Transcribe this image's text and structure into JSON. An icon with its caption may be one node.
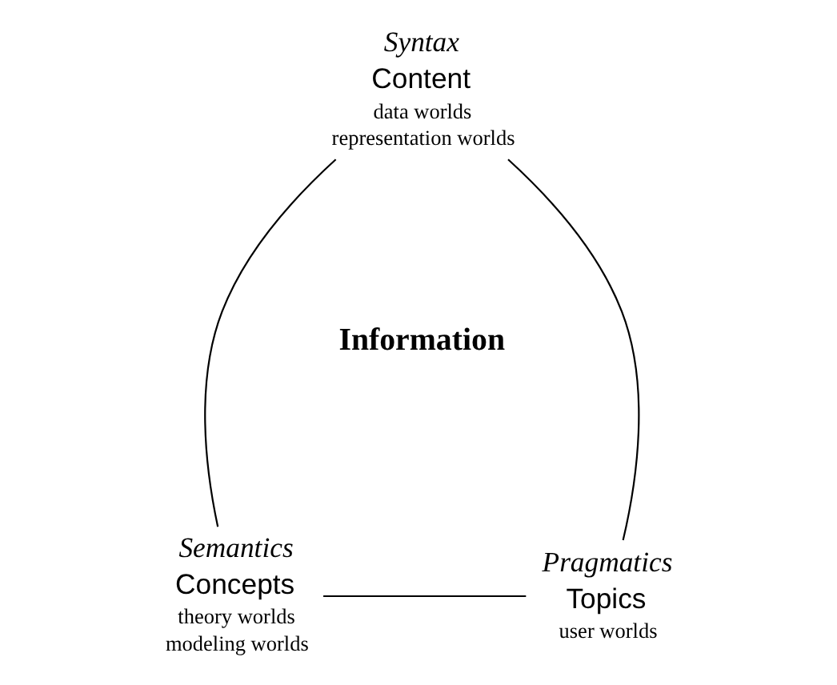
{
  "diagram": {
    "nodes": [
      {
        "text": [
          "Syntax",
          "Content"
        ],
        "beside": [
          "data worlds",
          "representation worlds"
        ]
      },
      {
        "text": [
          "Semantics",
          "Concepts"
        ],
        "beside": [
          "theory worlds",
          "modeling worlds"
        ]
      },
      {
        "text": [
          "Pragmatics",
          "Topics"
        ],
        "beside": [
          "user worlds"
        ]
      }
    ],
    "edges": [
      {
        "from": 0,
        "to": 1,
        "arrow": "none"
      },
      {
        "from": 1,
        "to": 2,
        "arrow": "none"
      },
      {
        "from": 2,
        "to": 0,
        "arrow": "none"
      }
    ],
    "labels": [
      "Information"
    ]
  }
}
